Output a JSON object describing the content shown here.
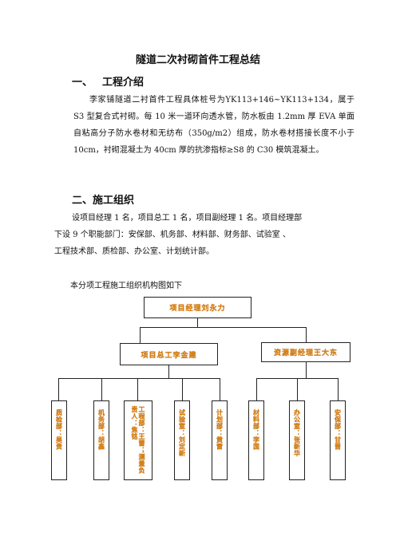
{
  "document": {
    "title": "隧道二次衬砌首件工程总结",
    "sections": [
      {
        "number": "一、",
        "heading": "工程介绍",
        "paragraph": "李家铺隧道二衬首件工程具体桩号为YK113+146~YK113+134，属于 S3 型复合式衬砌。每 10 米一道环向透水管，防水板由 1.2mm 厚 EVA 单面自粘高分子防水卷材和无纺布（350g/m2）组成，防水卷材搭接长度不小于 10cm，衬砌混凝土为 40cm 厚的抗渗指标≥S8 的 C30 模筑混凝土。"
      },
      {
        "number": "二、",
        "heading": "施工组织",
        "lines": [
          "设项目经理 1 名，项目总工 1 名，项目副经理 1 名。项目经理部",
          "下设 9 个职能部门：安保部、机务部、材料部、财务部、试验室 、",
          "工程技术部、质检部、办公室、计划统计部。"
        ],
        "chart_intro": "本分项工程施工组织机构图如下"
      }
    ]
  },
  "org_chart": {
    "root": "项目经理刘永力",
    "level2": [
      "项目总工李金建",
      "资源副经理王大东"
    ],
    "departments": [
      "质检部：吴贵",
      "机务部：胡鑫",
      "工程部：王蕾；测量负责人：焦铭",
      "试验室：刘定新",
      "计划部：黄雷",
      "材料部：李国",
      "办公室：张新华",
      "安保部：甘晋"
    ],
    "text_color": "#e0810c"
  }
}
